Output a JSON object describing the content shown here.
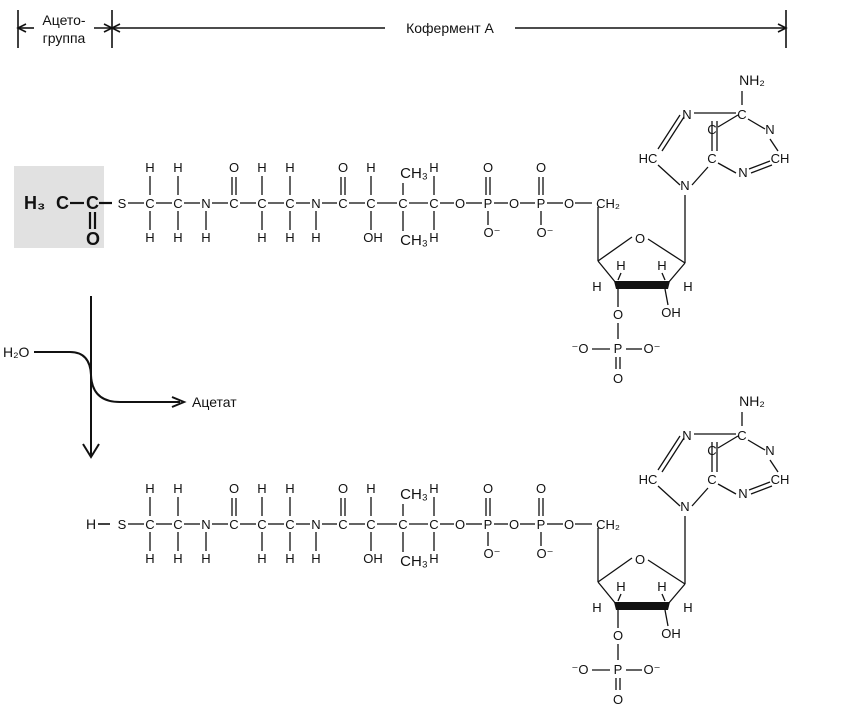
{
  "header": {
    "acetyl_label_1": "Ацето-",
    "acetyl_label_2": "группа",
    "coenzyme_label": "Кофермент А"
  },
  "reaction": {
    "water": "H₂O",
    "product": "Ацетат"
  },
  "acetyl_group": {
    "h3": "H₃",
    "c": "C",
    "o": "O"
  },
  "chain": {
    "s": "S",
    "h": "H",
    "c": "C",
    "n": "N",
    "o": "O",
    "oh": "OH",
    "ch3": "CH₃",
    "p": "P",
    "o_minus": "O⁻",
    "ch2": "CH₂"
  },
  "adenine": {
    "nh2": "NH₂",
    "n": "N",
    "c": "C",
    "hc": "HC",
    "ch": "CH"
  },
  "ribose": {
    "o": "O",
    "h": "H",
    "oh": "OH",
    "phosphate_o_minus": "⁻O",
    "o_minus": "O⁻",
    "p": "P"
  },
  "free_coa": {
    "hs": "H",
    "s": "S"
  }
}
